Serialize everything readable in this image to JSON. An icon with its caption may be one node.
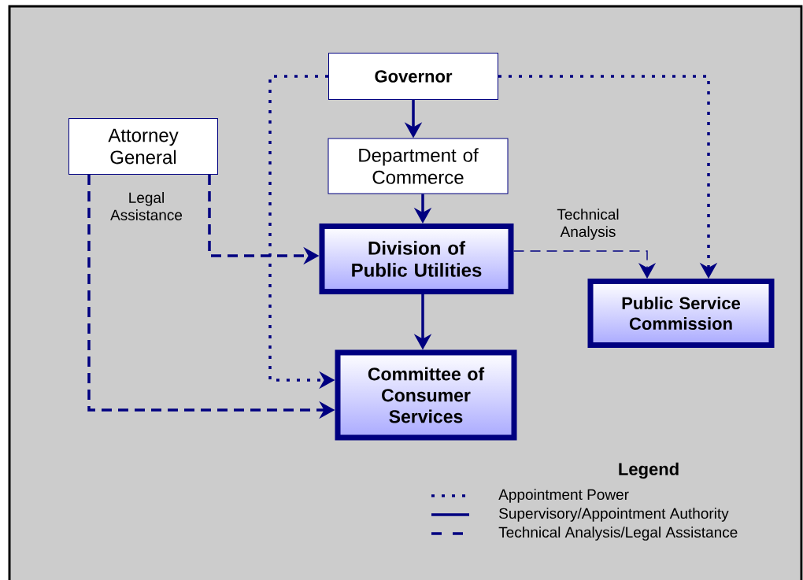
{
  "diagram": {
    "nodes": [
      {
        "text": [
          "Governor"
        ]
      },
      {
        "text": [
          "Attorney General"
        ]
      },
      {
        "text": [
          "Department of Commerce"
        ]
      },
      {
        "text": [
          "Division of Public Utilities"
        ]
      },
      {
        "text": [
          "Public Service Commission"
        ]
      },
      {
        "text": [
          "Committee of Consumer Services"
        ]
      }
    ],
    "edges": [
      {
        "from": 0,
        "to": 2,
        "arrow": "to"
      },
      {
        "from": 2,
        "to": 3,
        "arrow": "to"
      },
      {
        "from": 3,
        "to": 5,
        "arrow": "to"
      },
      {
        "from": 0,
        "to": 5,
        "arrow": "to",
        "style": "dashed"
      },
      {
        "from": 0,
        "to": 4,
        "arrow": "to",
        "style": "dashed"
      },
      {
        "from": 1,
        "to": 3,
        "arrow": "to",
        "style": "dashed",
        "label": "Legal Assistance"
      },
      {
        "from": 1,
        "to": 5,
        "arrow": "to",
        "style": "dashed"
      },
      {
        "from": 3,
        "to": 4,
        "arrow": "to",
        "style": "dashed",
        "label": "Technical Analysis"
      }
    ],
    "labels": [
      "Legend"
    ],
    "legend": [
      {
        "text": "Appointment Power"
      },
      {
        "text": "Supervisory/Appointment Authority"
      },
      {
        "text": "Technical Analysis/Legal Assistance"
      }
    ]
  }
}
